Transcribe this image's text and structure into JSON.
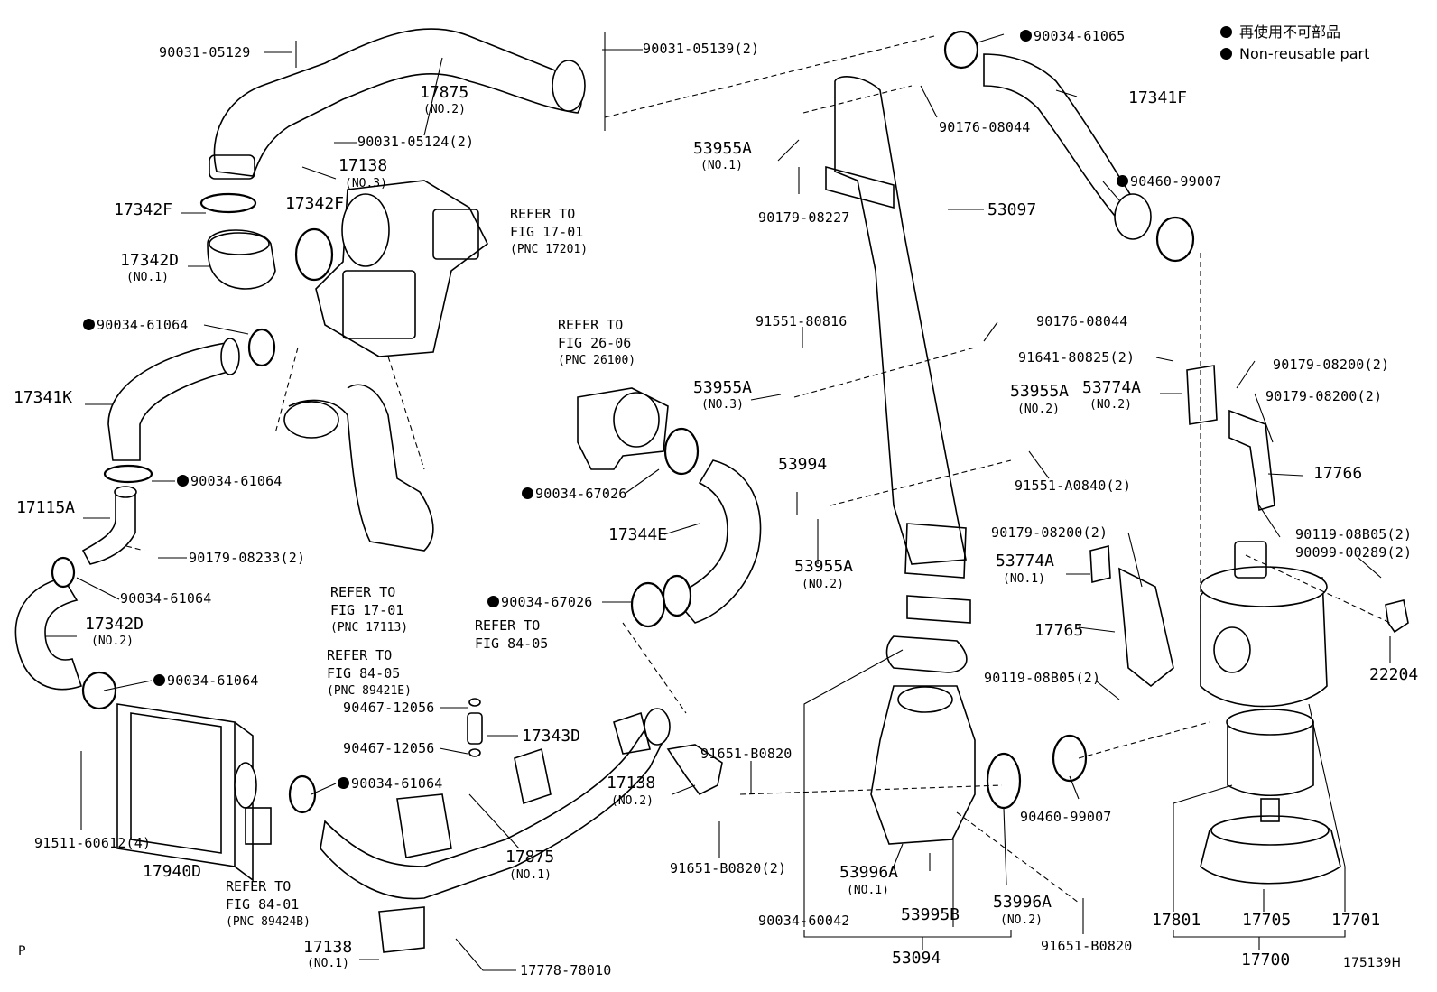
{
  "legend": {
    "line1": "再使用不可部品",
    "line2": "Non-reusable part"
  },
  "corner_label": "P",
  "figure_code": "175139H",
  "labels": {
    "p_90031_05129": "90031-05129",
    "p_90031_05139": "90031-05139(2)",
    "p_17875_top": "17875",
    "p_17875_top_sub": "(NO.2)",
    "p_90031_05124": "90031-05124(2)",
    "p_17138_no3": "17138",
    "p_17138_no3_sub": "(NO.3)",
    "p_17342f_a": "17342F",
    "p_17342f_b": "17342F",
    "p_17342d_no1": "17342D",
    "p_17342d_no1_sub": "(NO.1)",
    "p_90034_61064_a": "90034-61064",
    "p_17341k": "17341K",
    "p_90034_61064_b": "90034-61064",
    "p_17115a": "17115A",
    "p_90179_08233": "90179-08233(2)",
    "p_90034_61064_c": "90034-61064",
    "p_17342d_no2": "17342D",
    "p_17342d_no2_sub": "(NO.2)",
    "p_90034_61064_d": "90034-61064",
    "p_91511_60612": "91511-60612(4)",
    "p_17940d": "17940D",
    "p_90034_61064_e": "90034-61064",
    "p_17138_no1": "17138",
    "p_17138_no1_sub": "(NO.1)",
    "p_17778_78010": "17778-78010",
    "p_17875_bottom": "17875",
    "p_17875_bottom_sub": "(NO.1)",
    "p_90467_12056_a": "90467-12056",
    "p_90467_12056_b": "90467-12056",
    "p_17343d": "17343D",
    "p_90034_67026_a": "90034-67026",
    "p_17344e": "17344E",
    "p_90034_67026_b": "90034-67026",
    "p_17138_no2": "17138",
    "p_17138_no2_sub": "(NO.2)",
    "p_91651_b0820_a": "91651-B0820",
    "p_91651_b0820_b": "91651-B0820(2)",
    "p_90034_61065": "90034-61065",
    "p_90176_08044_a": "90176-08044",
    "p_17341f": "17341F",
    "p_53955a_no1": "53955A",
    "p_53955a_no1_sub": "(NO.1)",
    "p_90179_08227": "90179-08227",
    "p_53097": "53097",
    "p_90460_99007_a": "90460-99007",
    "p_91551_80816": "91551-80816",
    "p_90176_08044_b": "90176-08044",
    "p_53955a_no3": "53955A",
    "p_53955a_no3_sub": "(NO.3)",
    "p_91641_80825": "91641-80825(2)",
    "p_90179_08200_a": "90179-08200(2)",
    "p_90179_08200_b": "90179-08200(2)",
    "p_53955a_no2_a": "53955A",
    "p_53955a_no2_a_sub": "(NO.2)",
    "p_53774a_no2": "53774A",
    "p_53774a_no2_sub": "(NO.2)",
    "p_91551_a0840": "91551-A0840(2)",
    "p_17766": "17766",
    "p_53994": "53994",
    "p_53955a_no2_b": "53955A",
    "p_53955a_no2_b_sub": "(NO.2)",
    "p_90119_08b05_a": "90119-08B05(2)",
    "p_90099_00289": "90099-00289(2)",
    "p_90179_08200_c": "90179-08200(2)",
    "p_53774a_no1": "53774A",
    "p_53774a_no1_sub": "(NO.1)",
    "p_17765": "17765",
    "p_22204": "22204",
    "p_90119_08b05_b": "90119-08B05(2)",
    "p_90460_99007_b": "90460-99007",
    "p_53996a_no1": "53996A",
    "p_53996a_no1_sub": "(NO.1)",
    "p_90034_60042": "90034-60042",
    "p_53995b": "53995B",
    "p_53996a_no2": "53996A",
    "p_53996a_no2_sub": "(NO.2)",
    "p_91651_b0820_c": "91651-B0820",
    "p_53094": "53094",
    "p_17801": "17801",
    "p_17705": "17705",
    "p_17701": "17701",
    "p_17700": "17700"
  },
  "refs": {
    "ref_17201": {
      "line1": "REFER TO",
      "line2": "FIG 17-01",
      "pnc": "(PNC 17201)"
    },
    "ref_26100": {
      "line1": "REFER TO",
      "line2": "FIG 26-06",
      "pnc": "(PNC 26100)"
    },
    "ref_17113": {
      "line1": "REFER TO",
      "line2": "FIG 17-01",
      "pnc": "(PNC 17113)"
    },
    "ref_89421e": {
      "line1": "REFER TO",
      "line2": "FIG 84-05",
      "pnc": "(PNC 89421E)"
    },
    "ref_84_05": {
      "line1": "REFER TO",
      "line2": "FIG 84-05"
    },
    "ref_89424b": {
      "line1": "REFER TO",
      "line2": "FIG 84-01",
      "pnc": "(PNC 89424B)"
    }
  }
}
